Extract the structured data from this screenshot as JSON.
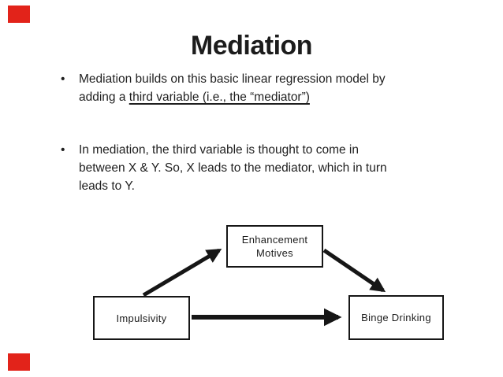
{
  "slide": {
    "title": "Mediation",
    "bullet_marker": "•",
    "bullet1": {
      "line1": "Mediation builds on this basic linear regression model by",
      "line2_plain": "adding a ",
      "line2_underlined": "third variable (i.e., the “mediator”)"
    },
    "bullet2": {
      "line1": "In mediation, the third variable is thought to come in",
      "line2": "between X & Y. So, X leads to the mediator, which in turn",
      "line3": "leads to Y."
    }
  },
  "diagram": {
    "mediator_box": {
      "line1": "Enhancement",
      "line2": "Motives"
    },
    "predictor_box": {
      "label": "Impulsivity"
    },
    "outcome_box": {
      "label": "Binge Drinking"
    },
    "arrows": [
      "predictor-to-mediator",
      "mediator-to-outcome",
      "predictor-to-outcome"
    ]
  },
  "colors": {
    "accent-red": "#e2231a",
    "ink": "#212121",
    "box-border": "#161616",
    "arrow": "#161616"
  }
}
